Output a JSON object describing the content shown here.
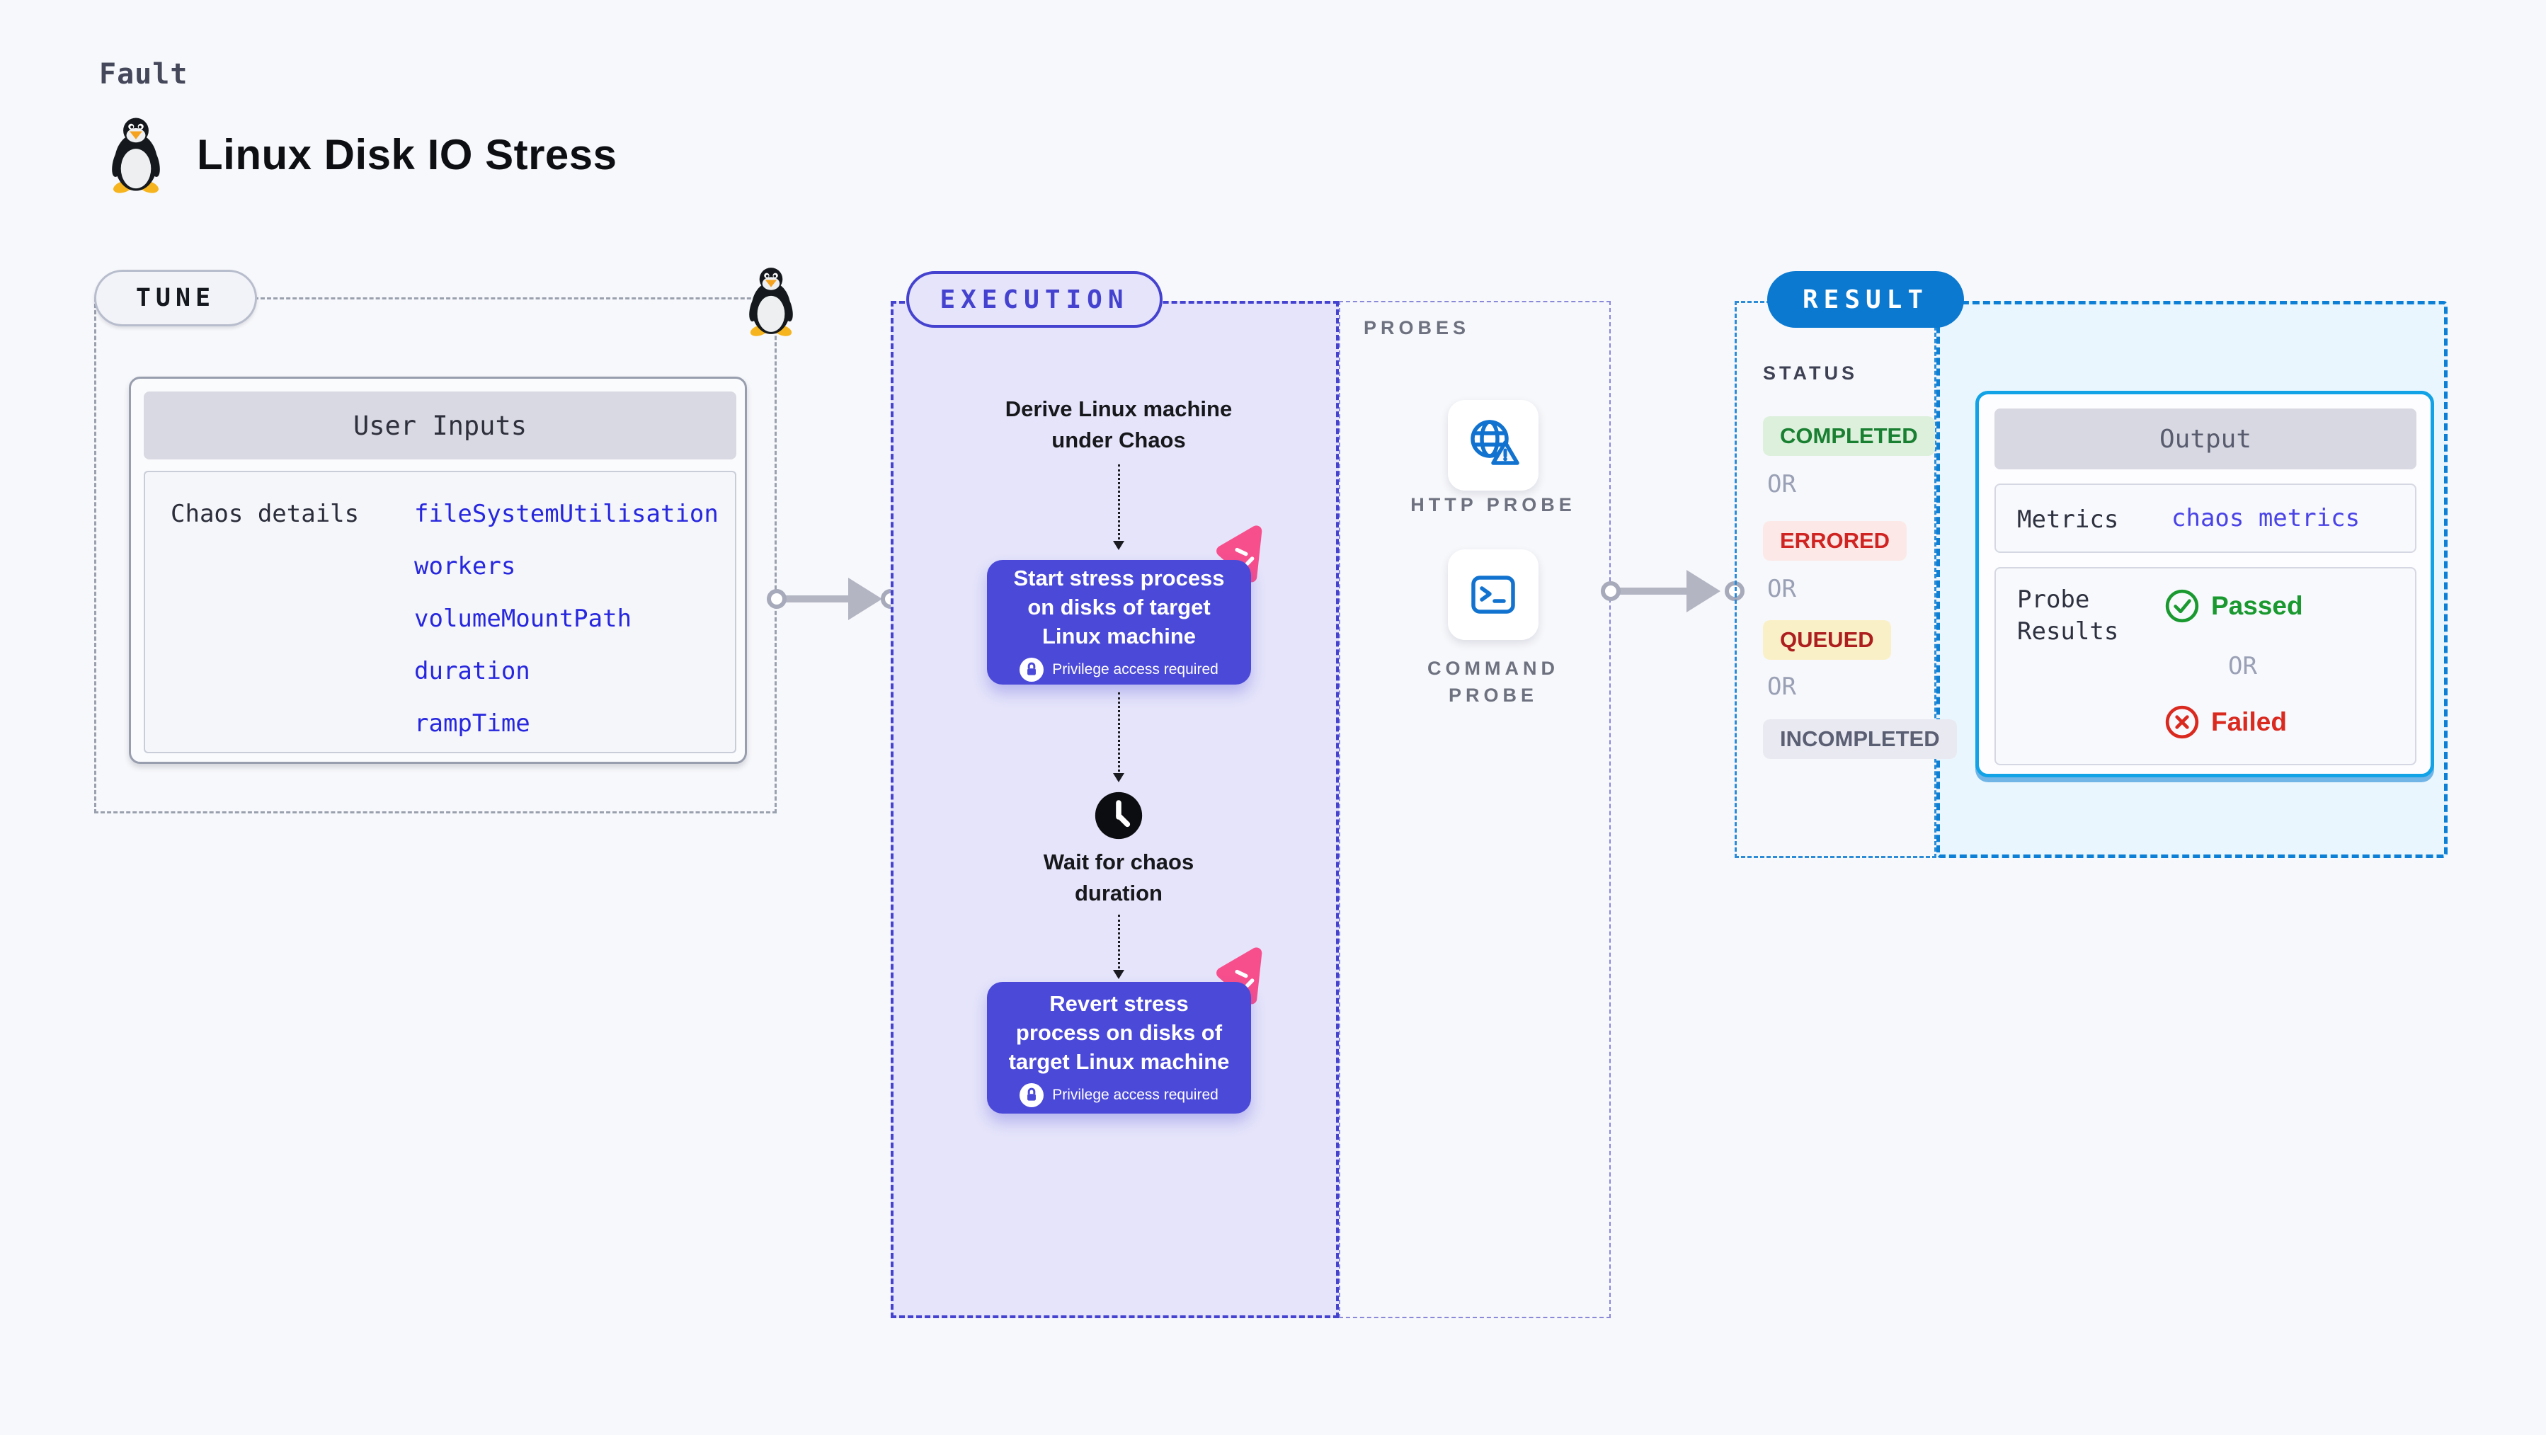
{
  "page": {
    "kicker": "Fault",
    "title": "Linux Disk IO Stress"
  },
  "tune": {
    "label": "TUNE",
    "user_inputs_title": "User Inputs",
    "row_label": "Chaos details",
    "values": [
      "fileSystemUtilisation",
      "workers",
      "volumeMountPath",
      "duration",
      "rampTime"
    ]
  },
  "execution": {
    "label": "EXECUTION",
    "derive_lines": [
      "Derive Linux machine",
      "under Chaos"
    ],
    "start_lines": [
      "Start stress process",
      "on disks of target",
      "Linux machine"
    ],
    "wait_lines": [
      "Wait for chaos",
      "duration"
    ],
    "revert_lines": [
      "Revert stress",
      "process on disks of",
      "target Linux machine"
    ],
    "privilege": "Privilege access required"
  },
  "probes": {
    "label": "PROBES",
    "http_label": "HTTP PROBE",
    "command_lines": [
      "COMMAND",
      "PROBE"
    ]
  },
  "result": {
    "label": "RESULT",
    "status_label": "STATUS",
    "or": "OR",
    "statuses": [
      {
        "text": "COMPLETED"
      },
      {
        "text": "ERRORED"
      },
      {
        "text": "QUEUED"
      },
      {
        "text": "INCOMPLETED"
      }
    ],
    "output": {
      "title": "Output",
      "metrics_label": "Metrics",
      "metrics_value": "chaos metrics",
      "probe_label_lines": [
        "Probe",
        "Results"
      ],
      "passed": "Passed",
      "failed": "Failed",
      "or": "OR"
    }
  },
  "colors": {
    "node_purple": "#4b49d8",
    "execution_indigo": "#4442cf",
    "result_blue": "#0b79d0",
    "probe_blue": "#1173cf",
    "chaos_pink": "#f74f8c",
    "passed_green": "#19992f",
    "failed_red": "#da2a20",
    "output_border_blue": "#12a2e6"
  },
  "icons": {
    "tux": "linux-tux-icon",
    "chaos": "chaos-pink-icon",
    "lock": "lock-icon",
    "clock": "clock-icon",
    "globe": "globe-alert-icon",
    "terminal": "terminal-icon",
    "check": "check-circle-icon",
    "cross": "x-circle-icon"
  }
}
